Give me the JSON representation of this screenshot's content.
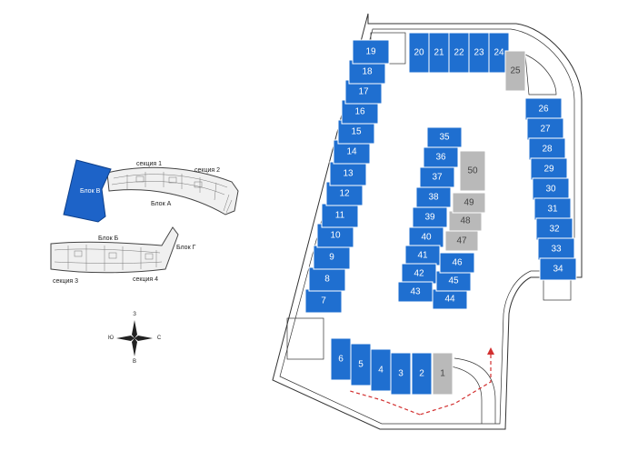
{
  "colors": {
    "spot_blue": "#1f6fd0",
    "spot_blue_dark": "#0d4fa8",
    "spot_gray": "#b9b9b9",
    "outline": "#333333",
    "route": "#d23030",
    "building_highlight": "#1d63c8"
  },
  "site_plan": {
    "block_v": "Блок В",
    "block_a": "Блок А",
    "block_b": "Блок Б",
    "block_g": "Блок Г",
    "section_1": "секция 1",
    "section_2": "секция 2",
    "section_3": "секция 3",
    "section_4": "секция 4"
  },
  "compass": {
    "north": "З",
    "south": "В",
    "west": "Ю",
    "east": "С"
  },
  "parking": {
    "spots": [
      {
        "n": "1",
        "status": "unavailable"
      },
      {
        "n": "2",
        "status": "available"
      },
      {
        "n": "3",
        "status": "available"
      },
      {
        "n": "4",
        "status": "available"
      },
      {
        "n": "5",
        "status": "available"
      },
      {
        "n": "6",
        "status": "available"
      },
      {
        "n": "7",
        "status": "available"
      },
      {
        "n": "8",
        "status": "available"
      },
      {
        "n": "9",
        "status": "available"
      },
      {
        "n": "10",
        "status": "available"
      },
      {
        "n": "11",
        "status": "available"
      },
      {
        "n": "12",
        "status": "available"
      },
      {
        "n": "13",
        "status": "available"
      },
      {
        "n": "14",
        "status": "available"
      },
      {
        "n": "15",
        "status": "available"
      },
      {
        "n": "16",
        "status": "available"
      },
      {
        "n": "17",
        "status": "available"
      },
      {
        "n": "18",
        "status": "available"
      },
      {
        "n": "19",
        "status": "available"
      },
      {
        "n": "20",
        "status": "available"
      },
      {
        "n": "21",
        "status": "available"
      },
      {
        "n": "22",
        "status": "available"
      },
      {
        "n": "23",
        "status": "available"
      },
      {
        "n": "24",
        "status": "available"
      },
      {
        "n": "25",
        "status": "unavailable"
      },
      {
        "n": "26",
        "status": "available"
      },
      {
        "n": "27",
        "status": "available"
      },
      {
        "n": "28",
        "status": "available"
      },
      {
        "n": "29",
        "status": "available"
      },
      {
        "n": "30",
        "status": "available"
      },
      {
        "n": "31",
        "status": "available"
      },
      {
        "n": "32",
        "status": "available"
      },
      {
        "n": "33",
        "status": "available"
      },
      {
        "n": "34",
        "status": "available"
      },
      {
        "n": "35",
        "status": "available"
      },
      {
        "n": "36",
        "status": "available"
      },
      {
        "n": "37",
        "status": "available"
      },
      {
        "n": "38",
        "status": "available"
      },
      {
        "n": "39",
        "status": "available"
      },
      {
        "n": "40",
        "status": "available"
      },
      {
        "n": "41",
        "status": "available"
      },
      {
        "n": "42",
        "status": "available"
      },
      {
        "n": "43",
        "status": "available"
      },
      {
        "n": "44",
        "status": "available"
      },
      {
        "n": "45",
        "status": "available"
      },
      {
        "n": "46",
        "status": "available"
      },
      {
        "n": "47",
        "status": "unavailable"
      },
      {
        "n": "48",
        "status": "unavailable"
      },
      {
        "n": "49",
        "status": "unavailable"
      },
      {
        "n": "50",
        "status": "unavailable"
      }
    ]
  }
}
